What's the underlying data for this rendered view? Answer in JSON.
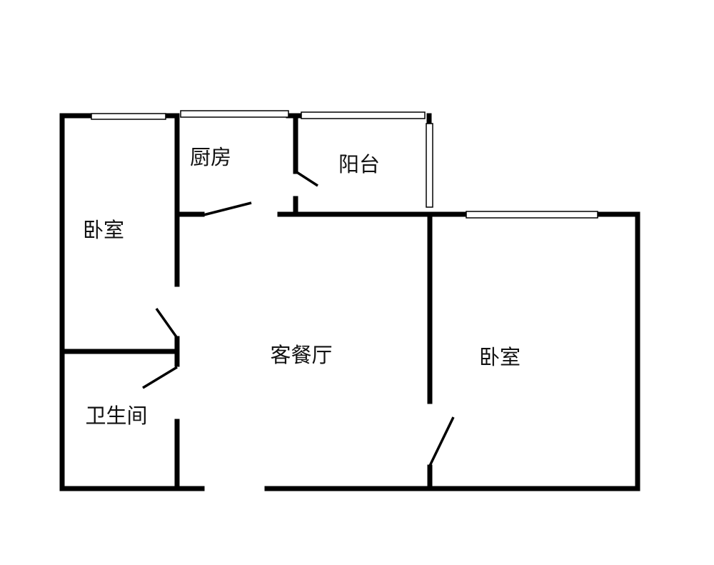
{
  "rooms": {
    "kitchen": "厨房",
    "balcony": "阳台",
    "bedroom_left": "卧室",
    "living_dining": "客餐厅",
    "bedroom_right": "卧室",
    "bathroom": "卫生间"
  },
  "colors": {
    "wall": "#000000",
    "background": "#ffffff"
  }
}
